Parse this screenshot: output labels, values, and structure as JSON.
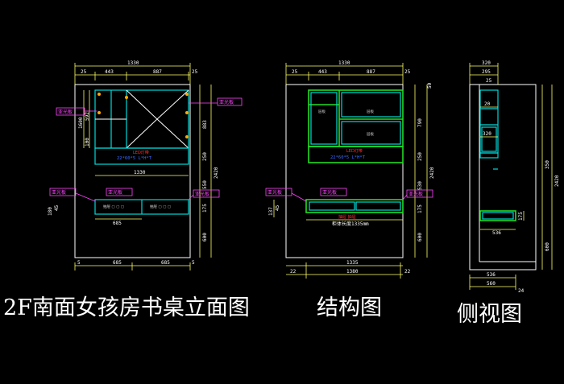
{
  "colors": {
    "background": "#000000",
    "line": "#ffffff",
    "dim": "#ffff66",
    "cabinet": "#00d8d8",
    "green": "#22dd22",
    "label": "#ff44ff",
    "blue_text": "#3a6bff",
    "red_text": "#ff3030"
  },
  "titles": {
    "front": "2F南面女孩房书桌立面图",
    "structure": "结构图",
    "side": "侧视图"
  },
  "front": {
    "dims": {
      "top_total": "1330",
      "top_left": "25",
      "top_a": "443",
      "top_b": "887",
      "top_right": "25",
      "mid_total": "1330",
      "desk_w": "685",
      "bot_left": "5",
      "bot_a": "685",
      "bot_b": "685",
      "bot_right": "5",
      "right_1": "883",
      "right_2": "250",
      "right_3": "2420",
      "right_4": "550",
      "right_5": "175",
      "right_6": "600",
      "left_1": "1600",
      "left_2": "592",
      "left_3": "100",
      "left_4": "180",
      "left_5": "45"
    },
    "labels": {
      "tag_1": "亚光板",
      "tag_2": "亚光板",
      "tag_3": "亚光板",
      "tag_4": "亚光板",
      "tag_5": "亚光板",
      "led": "LED灯带",
      "spec": "22*60*5 L*H*T",
      "drawer_a": "抽屉 ▢ ▢ ▢",
      "drawer_b": "抽屉 ▢ ▢ ▢"
    }
  },
  "structure": {
    "dims": {
      "top_total": "1330",
      "top_left": "25",
      "top_a": "443",
      "top_b": "887",
      "top_right": "25",
      "desk_note": "柜体长度1335mm",
      "bot_total": "1335",
      "bot_left": "22",
      "bot_right": "22",
      "bot_full": "1380",
      "right_1": "790",
      "right_2": "250",
      "right_3": "2420",
      "right_4": "530",
      "right_5": "175",
      "right_6": "600",
      "left_1": "137",
      "left_2": "45",
      "top_right_small": "50"
    },
    "labels": {
      "tag_1": "亚光板",
      "tag_2": "亚光板",
      "tag_3": "亚光板",
      "led": "LED灯带",
      "spec": "22*60*5 L*H*T",
      "shelf_1": "层板",
      "shelf_2": "层板",
      "shelf_3": "层板",
      "drawer_note": "抽屉 抽屉"
    }
  },
  "side": {
    "dims": {
      "top_1": "320",
      "top_2": "295",
      "top_3": "25",
      "left_1": "20",
      "left_2": "320",
      "right_1": "350",
      "right_2": "2420",
      "right_3": "600",
      "mid": "175",
      "desk": "536",
      "bot_1": "536",
      "bot_2": "560",
      "bot_3": "24"
    }
  }
}
